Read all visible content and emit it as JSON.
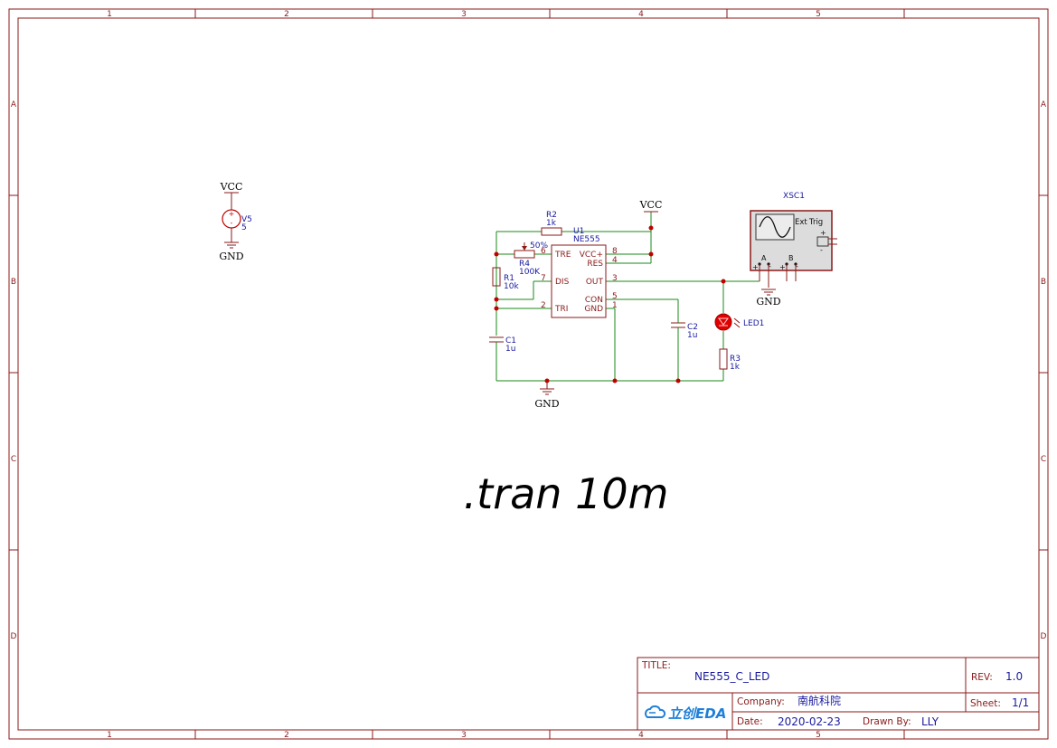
{
  "frame": {
    "columns": [
      "1",
      "2",
      "3",
      "4",
      "5"
    ],
    "rows": [
      "A",
      "B",
      "C",
      "D"
    ]
  },
  "simulation_directive": ".tran 10m",
  "net_labels": {
    "vcc": "VCC",
    "gnd": "GND"
  },
  "components": {
    "v5": {
      "ref": "V5",
      "value": "5"
    },
    "r1": {
      "ref": "R1",
      "value": "10k"
    },
    "r2": {
      "ref": "R2",
      "value": "1k"
    },
    "r3": {
      "ref": "R3",
      "value": "1k"
    },
    "r4": {
      "ref": "R4",
      "value": "100K",
      "wiper": "50%"
    },
    "c1": {
      "ref": "C1",
      "value": "1u"
    },
    "c2": {
      "ref": "C2",
      "value": "1u"
    },
    "led1": {
      "ref": "LED1"
    },
    "xsc1": {
      "ref": "XSC1",
      "ext_label": "Ext",
      "trig_label": "Trig",
      "channel_a": "A",
      "channel_b": "B"
    },
    "u1": {
      "ref": "U1",
      "value": "NE555",
      "pins": {
        "tre": {
          "name": "TRE",
          "num": "6"
        },
        "dis": {
          "name": "DIS",
          "num": "7"
        },
        "tri": {
          "name": "TRI",
          "num": "2"
        },
        "vcc": {
          "name": "VCC+",
          "num": "8"
        },
        "res": {
          "name": "RES",
          "num": "4"
        },
        "out": {
          "name": "OUT",
          "num": "3"
        },
        "con": {
          "name": "CON",
          "num": "5"
        },
        "gnd": {
          "name": "GND",
          "num": "1"
        }
      }
    }
  },
  "title_block": {
    "title_label": "TITLE:",
    "title": "NE555_C_LED",
    "rev_label": "REV:",
    "rev": "1.0",
    "company_label": "Company:",
    "company": "南航科院",
    "sheet_label": "Sheet:",
    "sheet": "1/1",
    "date_label": "Date:",
    "date": "2020-02-23",
    "drawn_label": "Drawn By:",
    "drawn_by": "LLY",
    "logo_text": "立创EDA"
  },
  "colors": {
    "frame": "#8b1a1a",
    "wire": "#1a8a1a",
    "ref_text": "#1a1aa0",
    "junction": "#c00000",
    "led": "#e00000",
    "logo": "#1e7fd8"
  }
}
